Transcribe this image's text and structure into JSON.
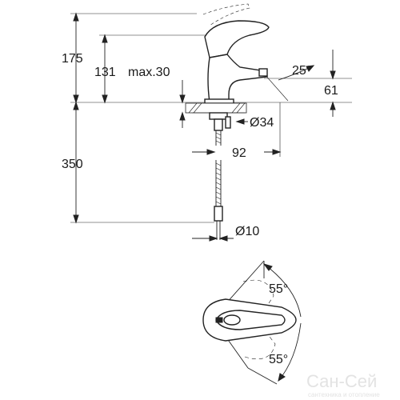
{
  "dimensions": {
    "total_height": "175",
    "spout_height": "131",
    "max_deck": "max.30",
    "spout_angle": "25°",
    "spout_above_deck": "61",
    "hole_diameter": "Ø34",
    "projection": "92",
    "hose_length": "350",
    "hose_diameter": "Ø10",
    "lever_angle_top": "55°",
    "lever_angle_bottom": "55°"
  },
  "watermark": {
    "main": "Сан-Сей",
    "sub": "сантехника и отопление"
  },
  "colors": {
    "line": "#222222",
    "watermark": "#e3e3e3"
  }
}
